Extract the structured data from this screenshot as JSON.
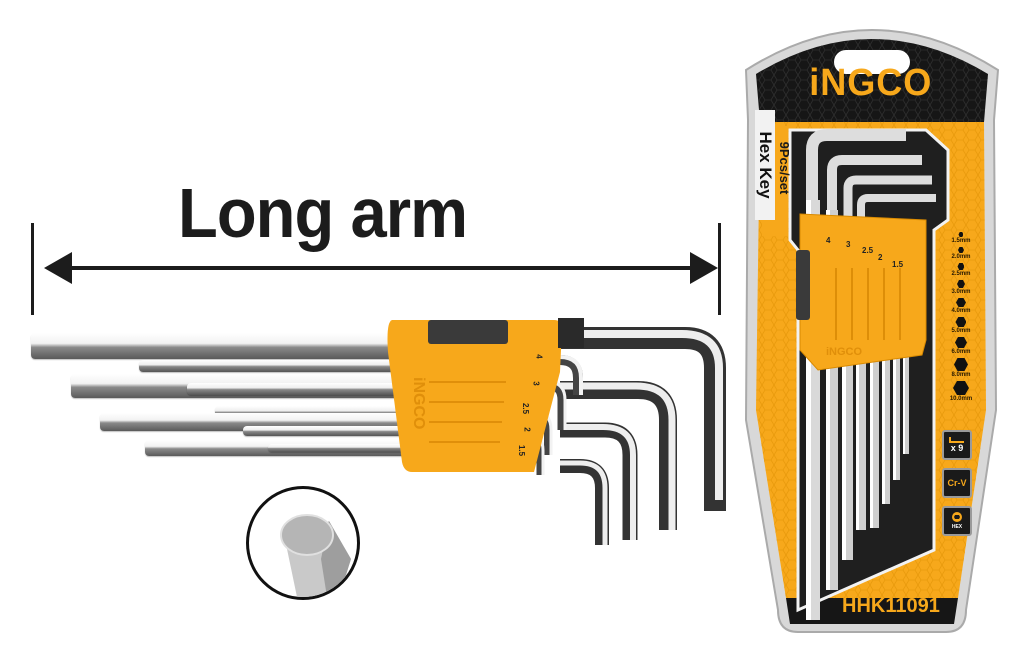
{
  "headline": {
    "text": "Long arm"
  },
  "holder_left": {
    "brand": "iNGCO",
    "size_labels": [
      "4",
      "3",
      "2.5",
      "2",
      "1.5"
    ]
  },
  "package": {
    "brand": "iNGCO",
    "side_title": "Hex Key",
    "side_subtitle": "9Pcs/set",
    "holder_brand": "iNGCO",
    "holder_size_labels": [
      "4",
      "3",
      "2.5",
      "2",
      "1.5"
    ],
    "sizes": [
      "1.5mm",
      "2.0mm",
      "2.5mm",
      "3.0mm",
      "4.0mm",
      "5.0mm",
      "6.0mm",
      "8.0mm",
      "10.0mm"
    ],
    "spec_badges": [
      {
        "icon": "hex-key-icon",
        "label": "x 9"
      },
      {
        "icon": "",
        "label": "Cr-V"
      },
      {
        "icon": "hex-socket-icon",
        "label": "HEX"
      }
    ],
    "model": "HHK11091"
  },
  "colors": {
    "brand_orange": "#f7a81b",
    "dark": "#1c1c1c",
    "steel_light": "#f2f2f2",
    "steel_dark": "#5a5a5a"
  }
}
